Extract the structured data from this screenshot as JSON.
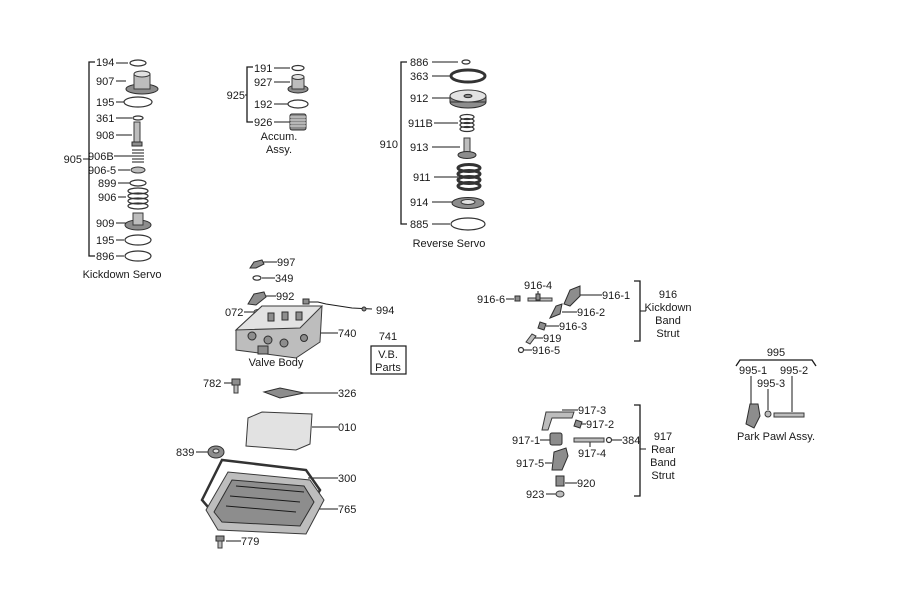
{
  "groups": {
    "kickdown_servo": {
      "assembly_number": "905",
      "caption": "Kickdown Servo",
      "parts": [
        "194",
        "907",
        "195",
        "361",
        "908",
        "906B",
        "906-5",
        "899",
        "906",
        "909",
        "195",
        "896"
      ]
    },
    "accum_assy": {
      "assembly_number": "925",
      "caption_line1": "Accum.",
      "caption_line2": "Assy.",
      "parts": [
        "191",
        "927",
        "192",
        "926"
      ]
    },
    "reverse_servo": {
      "assembly_number": "910",
      "caption": "Reverse Servo",
      "parts": [
        "886",
        "363",
        "912",
        "911B",
        "913",
        "911",
        "914",
        "885"
      ]
    },
    "valve_body": {
      "caption": "Valve Body",
      "parts": [
        "997",
        "349",
        "992",
        "072",
        "994",
        "740"
      ],
      "vb_parts_number": "741",
      "vb_parts_line1": "V.B.",
      "vb_parts_line2": "Parts"
    },
    "pan_area": {
      "parts": [
        "782",
        "326",
        "010",
        "839",
        "300",
        "765",
        "779"
      ]
    },
    "kickdown_band_strut": {
      "assembly_number": "916",
      "caption_line1": "Kickdown",
      "caption_line2": "Band",
      "caption_line3": "Strut",
      "parts": [
        "916-4",
        "916-6",
        "916-1",
        "916-2",
        "916-3",
        "919",
        "916-5"
      ]
    },
    "rear_band_strut": {
      "assembly_number": "917",
      "caption_line1": "Rear",
      "caption_line2": "Band",
      "caption_line3": "Strut",
      "parts": [
        "917-3",
        "917-2",
        "917-1",
        "384",
        "917-4",
        "917-5",
        "920",
        "923"
      ]
    },
    "park_pawl": {
      "assembly_number": "995",
      "caption": "Park Pawl Assy.",
      "parts": [
        "995-1",
        "995-2",
        "995-3"
      ]
    }
  }
}
